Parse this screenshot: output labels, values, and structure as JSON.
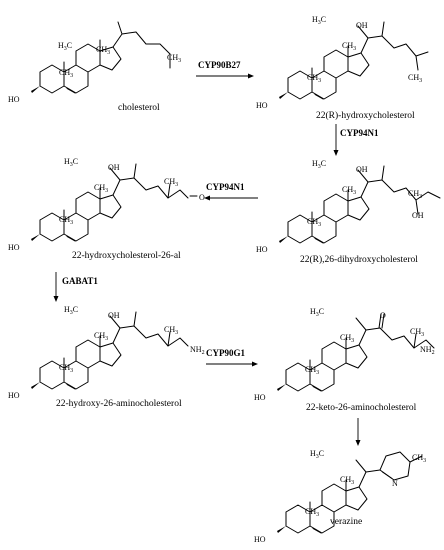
{
  "compounds": [
    {
      "id": "c1",
      "name": "cholesterol"
    },
    {
      "id": "c2",
      "name": "22(R)-hydroxycholesterol"
    },
    {
      "id": "c3",
      "name": "22(R),26-dihydroxycholesterol"
    },
    {
      "id": "c4",
      "name": "22-hydroxycholesterol-26-al"
    },
    {
      "id": "c5",
      "name": "22-hydroxy-26-aminocholesterol"
    },
    {
      "id": "c6",
      "name": "22-keto-26-aminocholesterol"
    },
    {
      "id": "c7",
      "name": "verazine"
    }
  ],
  "enzymes": {
    "e1": "CYP90B27",
    "e2": "CYP94N1",
    "e3": "CYP94N1",
    "e4": "GABAT1",
    "e5": "CYP90G1"
  },
  "atoms": {
    "ho": "HO",
    "h3c": "H",
    "h3c_sub": "3",
    "h3c_c": "C",
    "ch3": "CH",
    "ch3_sub": "3",
    "h": "H",
    "oh": "OH",
    "o": "O",
    "n": "N",
    "nh2": "NH",
    "nh2_sub": "2"
  }
}
